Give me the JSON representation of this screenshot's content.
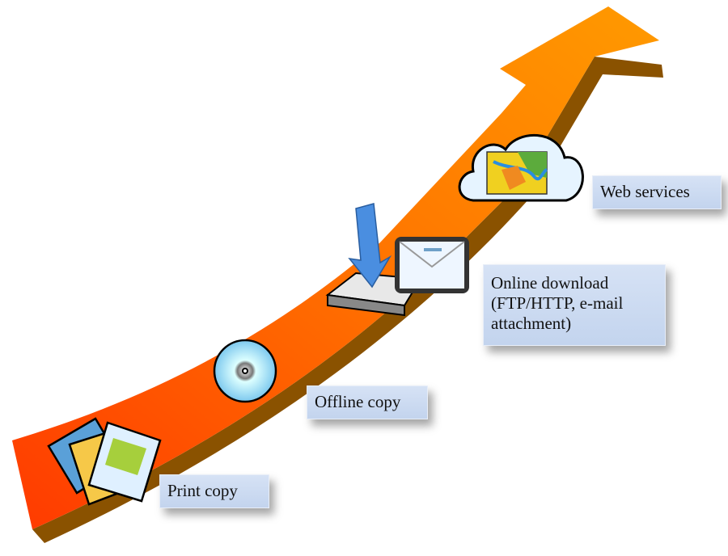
{
  "labels": {
    "web_services": "Web services",
    "online_download": "Online download (FTP/HTTP, e-mail attachment)",
    "offline_copy": "Offline copy",
    "print_copy": "Print copy"
  },
  "colors": {
    "arrow_start": "#ff3a00",
    "arrow_end": "#ff9a00",
    "arrow_side": "#8a5200",
    "label_bg": "#c8d8f0"
  },
  "icons": [
    "photos-icon",
    "cd-icon",
    "download-drive-icon",
    "envelope-icon",
    "cloud-map-icon"
  ]
}
